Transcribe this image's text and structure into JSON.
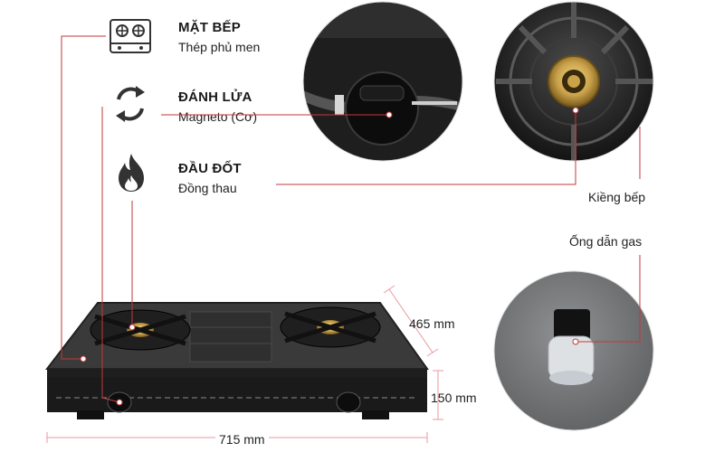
{
  "features": [
    {
      "icon": "stove-top-icon",
      "title": "MẶT BẾP",
      "subtitle": "Thép phủ men"
    },
    {
      "icon": "ignition-cycle-icon",
      "title": "ĐÁNH LỬA",
      "subtitle": "Magneto (Cơ)"
    },
    {
      "icon": "flame-icon",
      "title": "ĐẦU ĐỐT",
      "subtitle": "Đồng thau"
    }
  ],
  "callouts": {
    "pan_support": "Kiềng bếp",
    "gas_pipe": "Ống dẫn gas"
  },
  "dimensions": {
    "depth": "465 mm",
    "height": "150 mm",
    "width": "715 mm"
  },
  "colors": {
    "leader_line": "#c23a3a",
    "dim_line": "#e89aa0",
    "stove_body": "#2b2b2b",
    "brass": "#c9a24a"
  }
}
